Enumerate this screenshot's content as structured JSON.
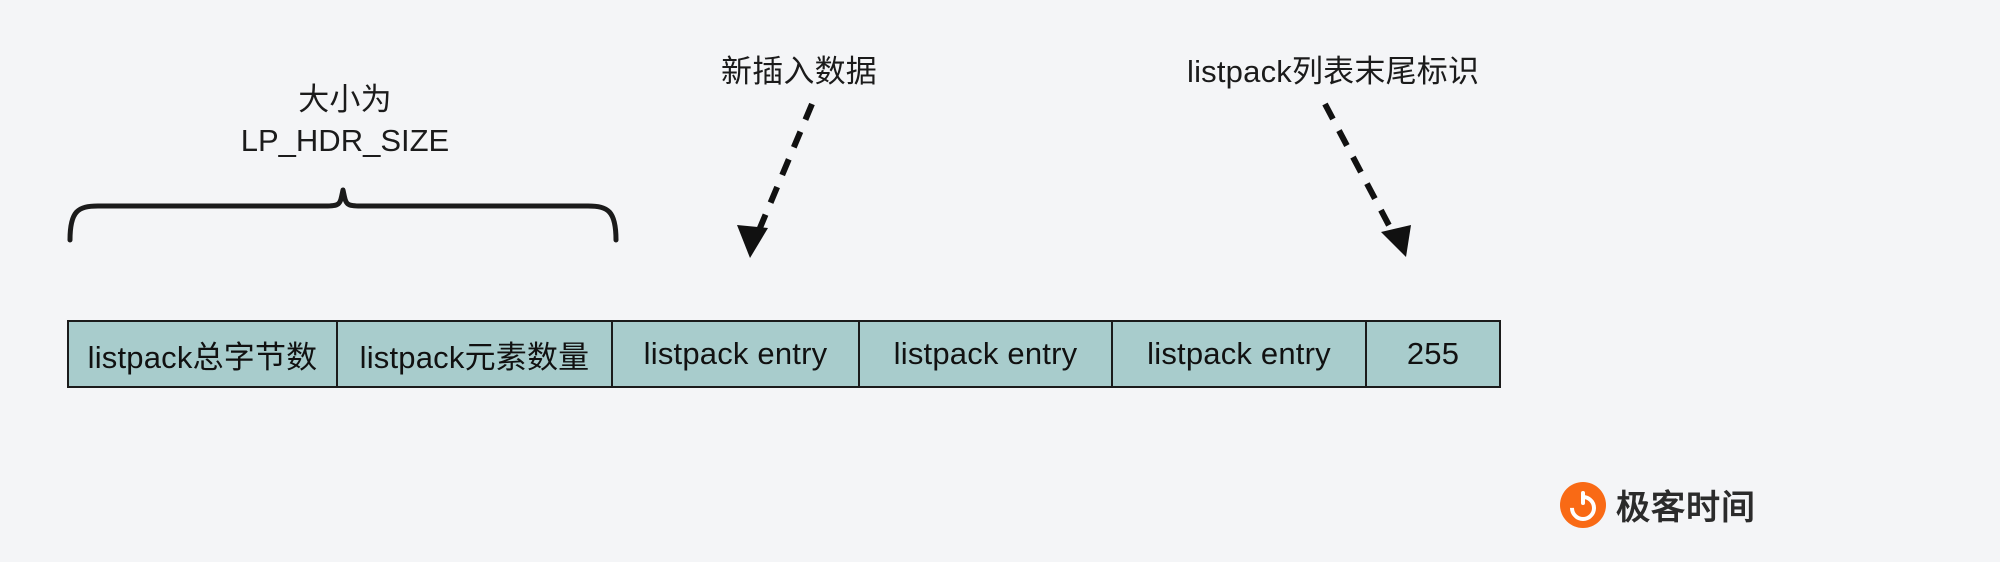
{
  "diagram": {
    "title": "Redis listpack structure with insertion annotations",
    "background_color": "#f4f5f7",
    "cell_fill_color": "#a8cccc",
    "stroke_color": "#1b1b1b",
    "annotations": {
      "brace_label_line1": "大小为",
      "brace_label_line2": "LP_HDR_SIZE",
      "new_data_label": "新插入数据",
      "end_marker_label": "listpack列表末尾标识"
    },
    "table": {
      "cells": [
        {
          "text": "listpack总字节数",
          "name": "cell-total-bytes"
        },
        {
          "text": "listpack元素数量",
          "name": "cell-element-count"
        },
        {
          "text": "listpack entry",
          "name": "cell-entry-1"
        },
        {
          "text": "listpack entry",
          "name": "cell-entry-2"
        },
        {
          "text": "listpack entry",
          "name": "cell-entry-3"
        },
        {
          "text": "255",
          "name": "cell-end-marker"
        }
      ]
    },
    "watermark": {
      "text": "极客时间",
      "logo_color": "#f96a15"
    }
  }
}
